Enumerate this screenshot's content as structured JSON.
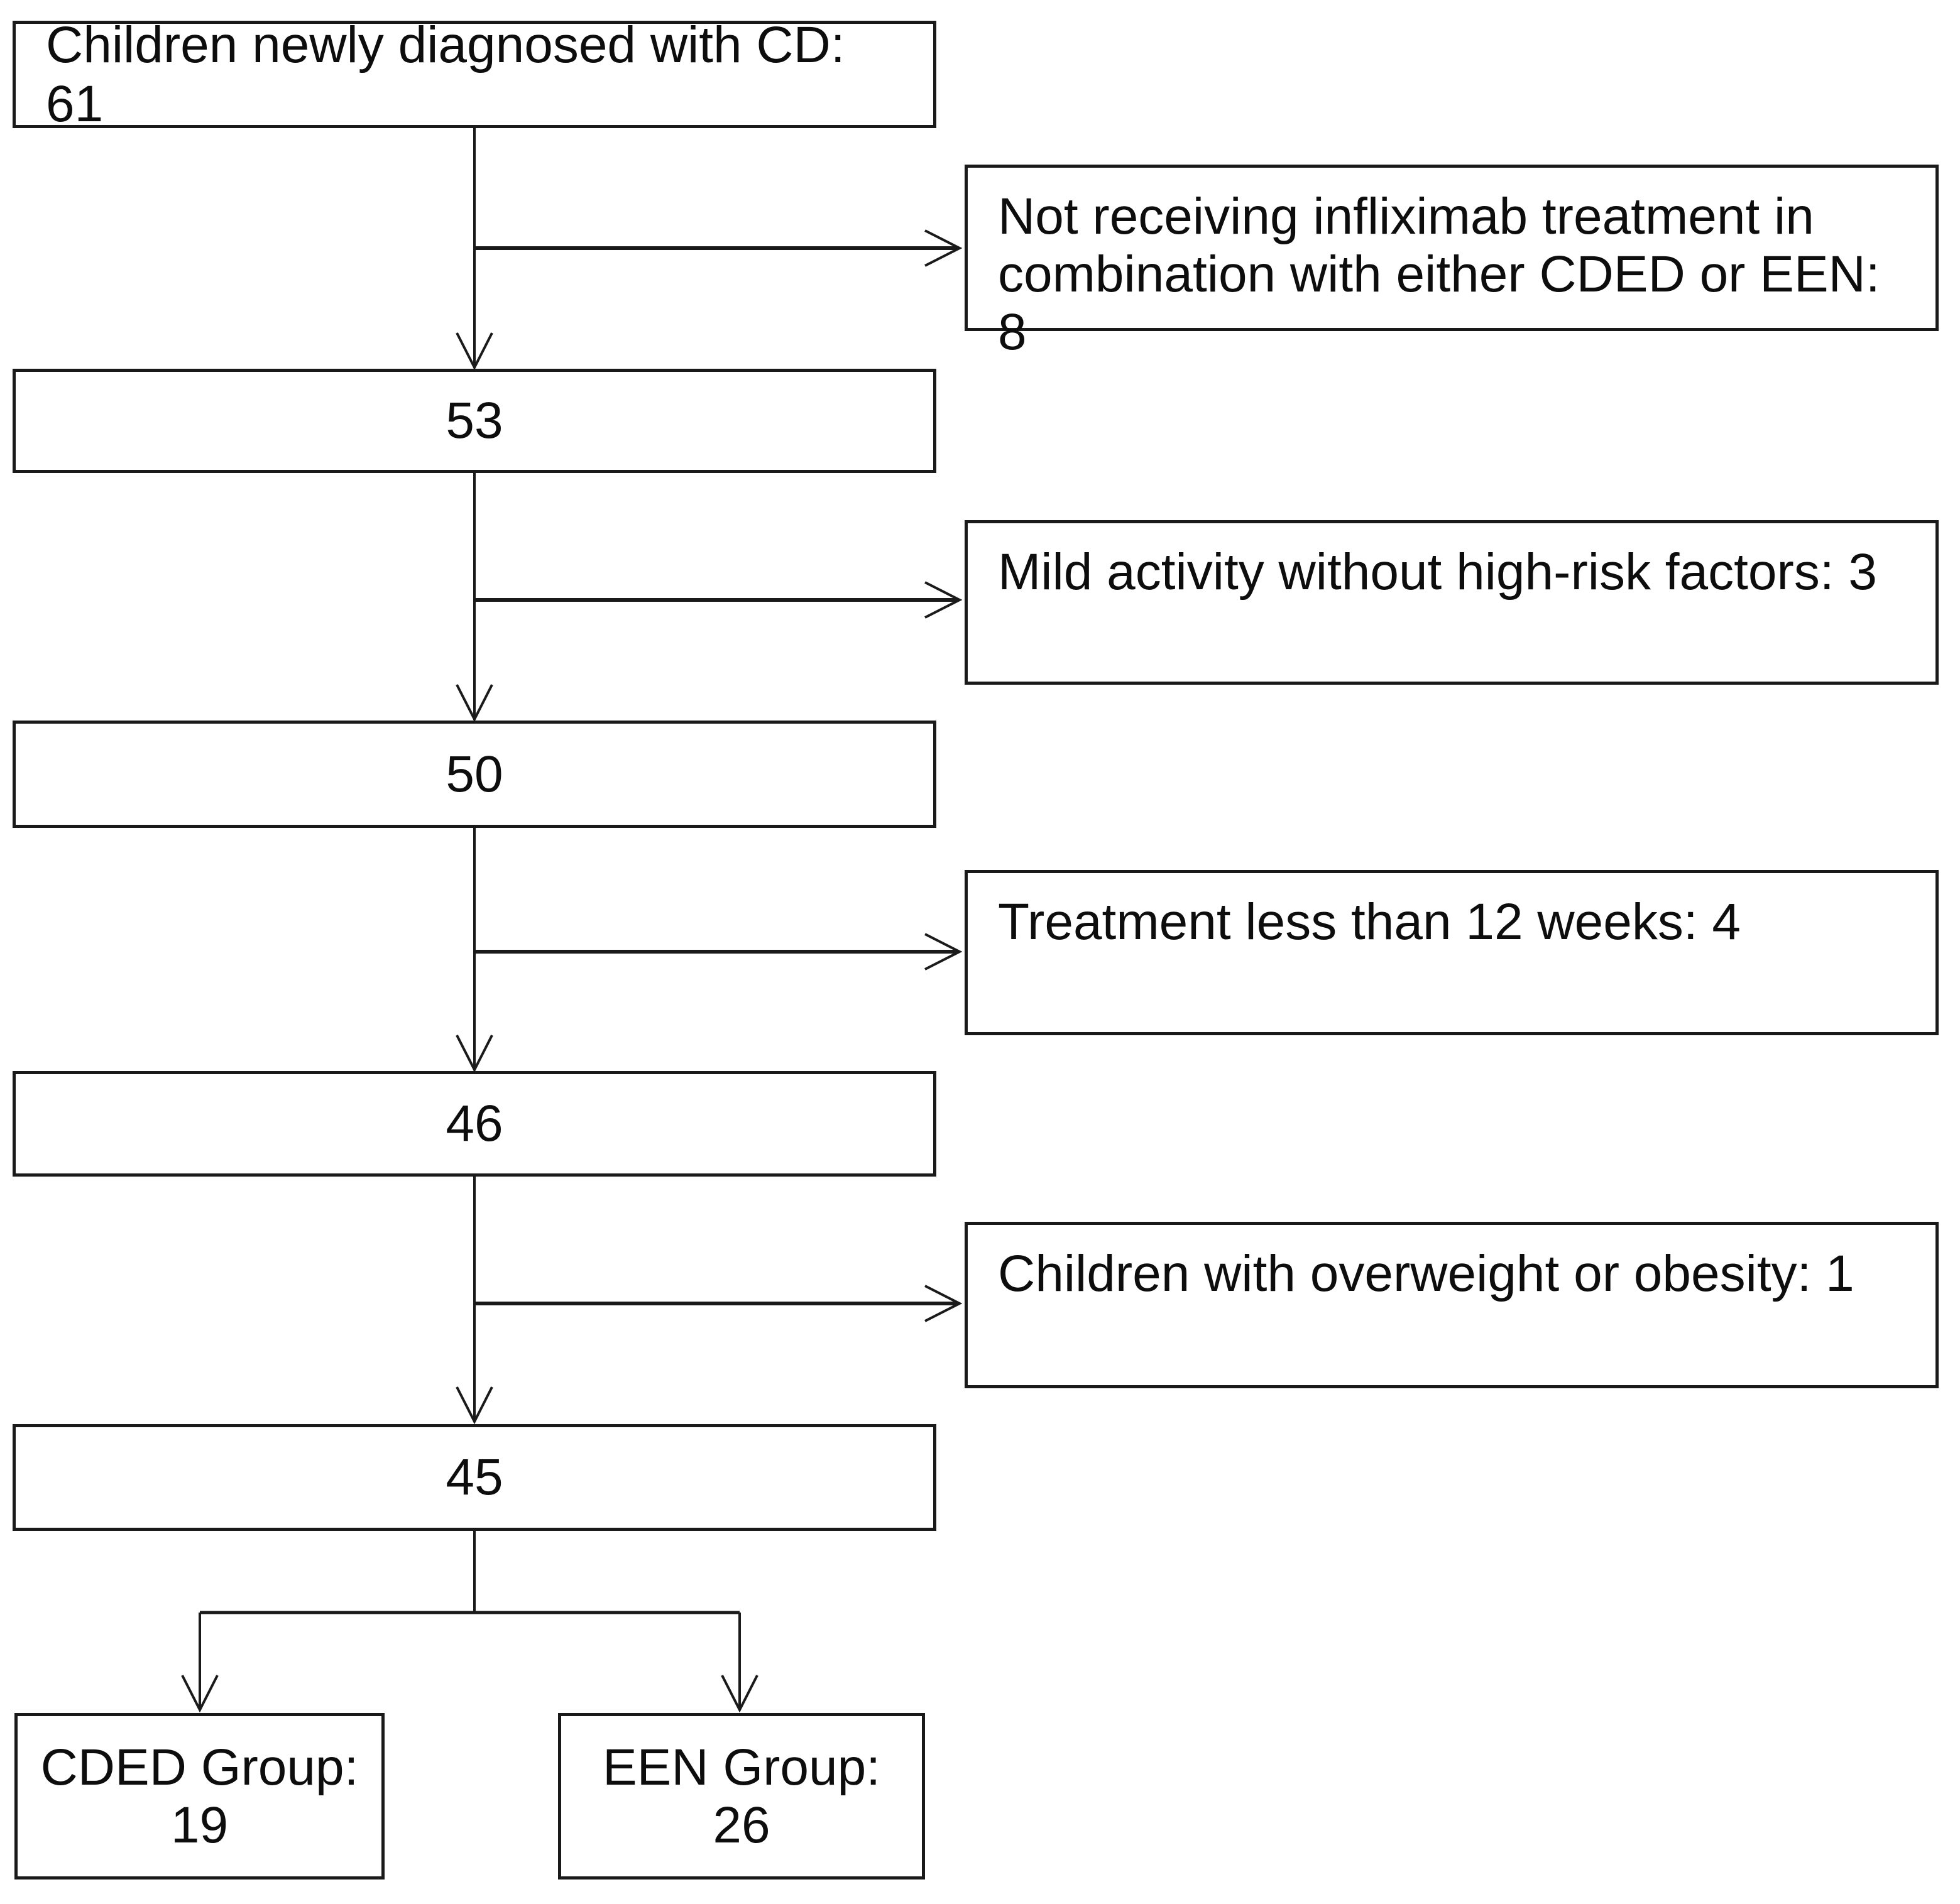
{
  "flowchart": {
    "start": {
      "label": "Children newly diagnosed with CD: 61"
    },
    "stages": [
      {
        "count": "53"
      },
      {
        "count": "50"
      },
      {
        "count": "46"
      },
      {
        "count": "45"
      }
    ],
    "exclusions": [
      {
        "lines": [
          "Not receiving infliximab treatment in",
          "combination with either CDED or EEN: 8"
        ]
      },
      {
        "lines": [
          "Mild activity without high-risk factors: 3"
        ]
      },
      {
        "lines": [
          "Treatment less than 12 weeks: 4"
        ]
      },
      {
        "lines": [
          "Children with overweight or obesity: 1"
        ]
      }
    ],
    "groups": [
      {
        "name": "CDED Group:",
        "count": "19"
      },
      {
        "name": "EEN Group:",
        "count": "26"
      }
    ],
    "colors": {
      "line": "#1a1a1a",
      "box_background": "#ffffff",
      "text": "#0d0d0d"
    }
  }
}
